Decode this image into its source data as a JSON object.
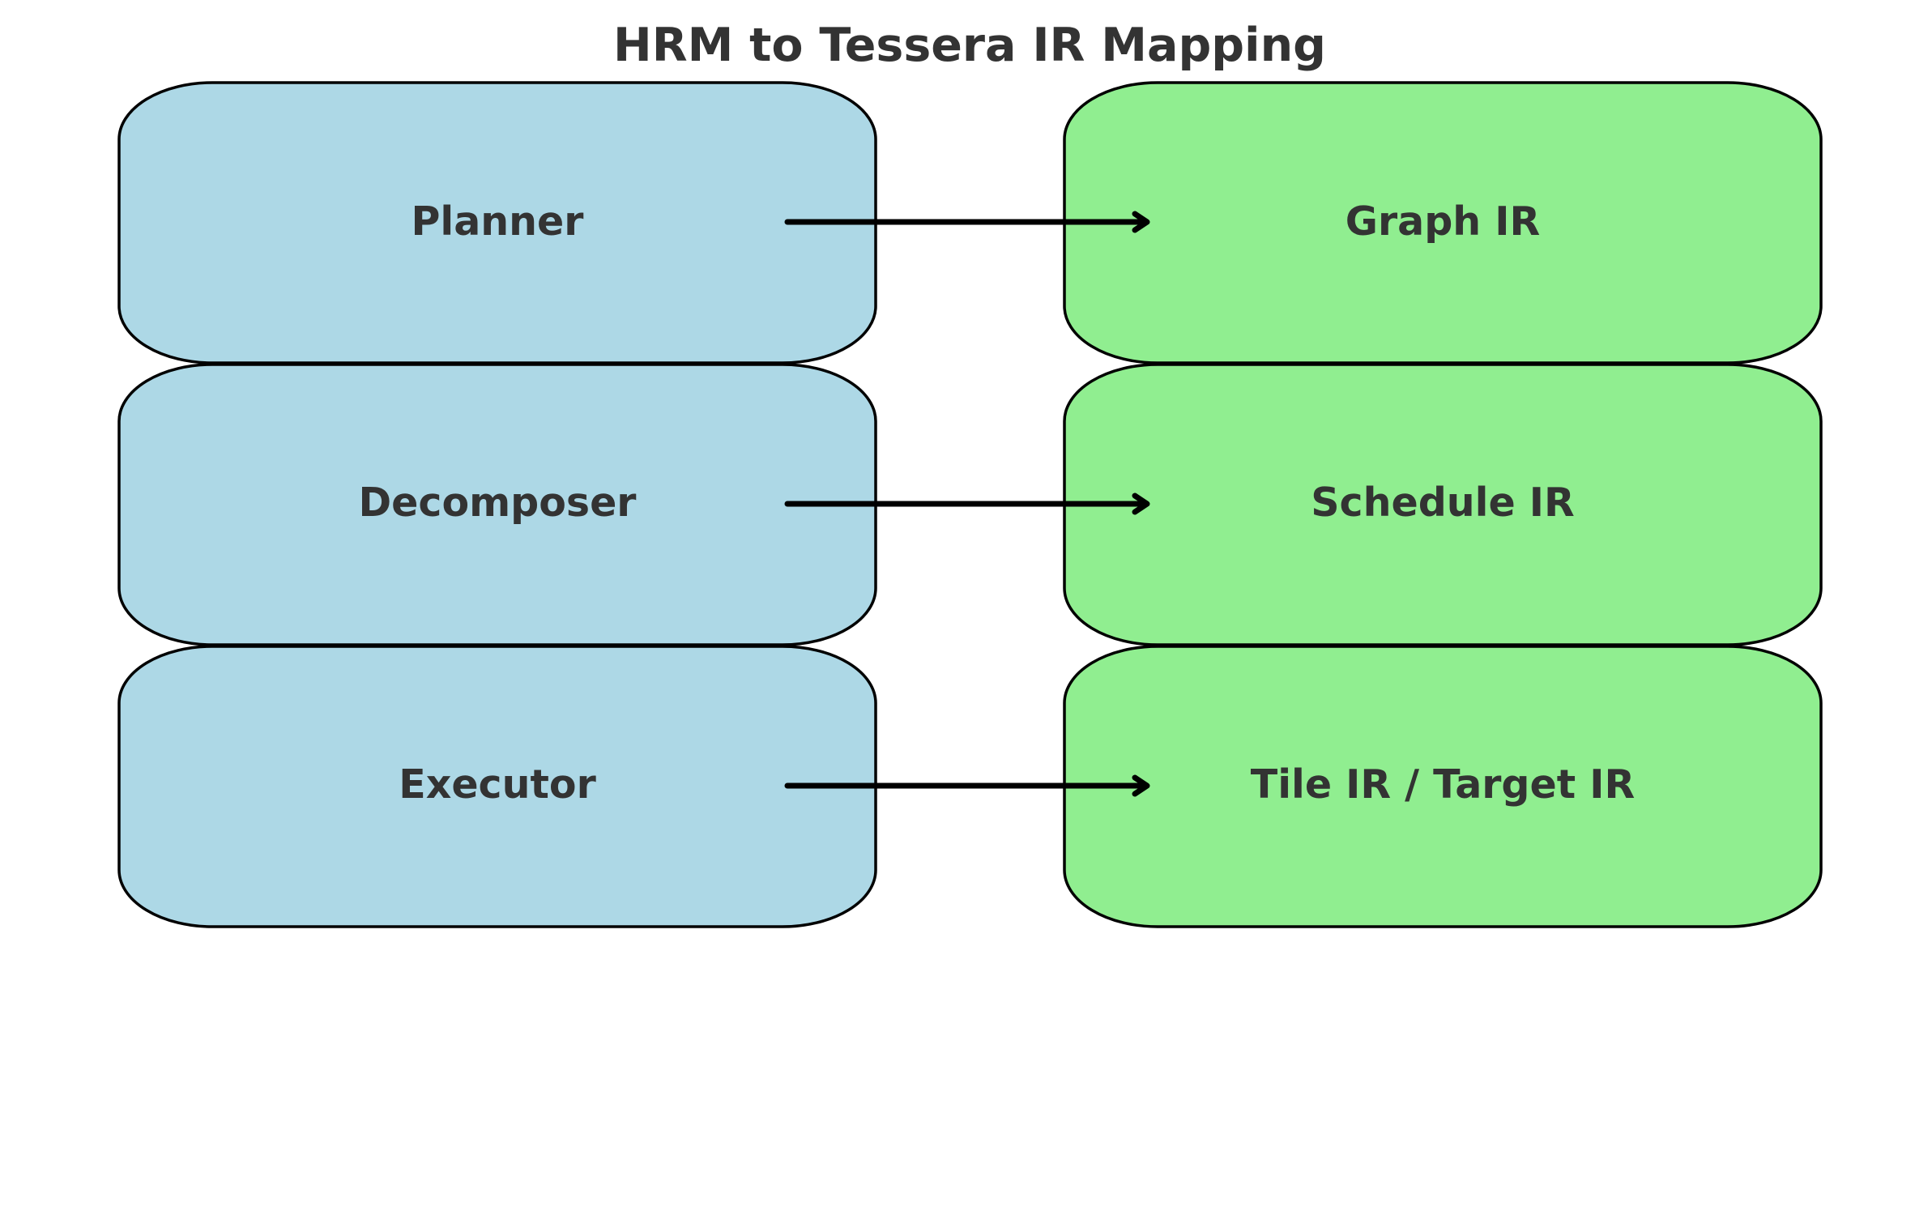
{
  "diagram": {
    "title": "HRM to Tessera IR Mapping",
    "colors": {
      "left_fill": "#add8e6",
      "right_fill": "#90ee90",
      "stroke": "#000000",
      "text": "#333333",
      "arrow": "#000000"
    },
    "rows": [
      {
        "source": "Planner",
        "target": "Graph IR"
      },
      {
        "source": "Decomposer",
        "target": "Schedule IR"
      },
      {
        "source": "Executor",
        "target": "Tile IR / Target IR"
      }
    ]
  }
}
